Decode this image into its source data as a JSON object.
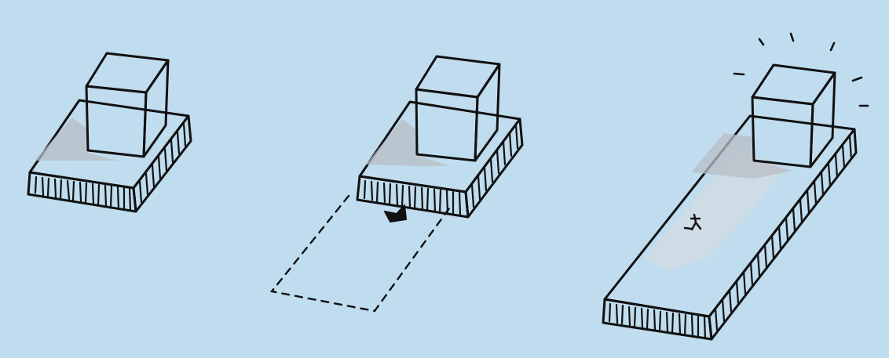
{
  "scene": {
    "background": "#c0ddef",
    "panels": [
      {
        "id": "original",
        "description_tag": "block-on-base"
      },
      {
        "id": "extending",
        "description_tag": "base-being-dragged"
      },
      {
        "id": "extended",
        "description_tag": "block-on-long-base"
      }
    ],
    "colors": {
      "ink": "#111111",
      "surface": "#f2f2f2",
      "side": "#e6e6e6",
      "shadow": "#b3b9bf",
      "shade": "#d6d8da"
    }
  }
}
